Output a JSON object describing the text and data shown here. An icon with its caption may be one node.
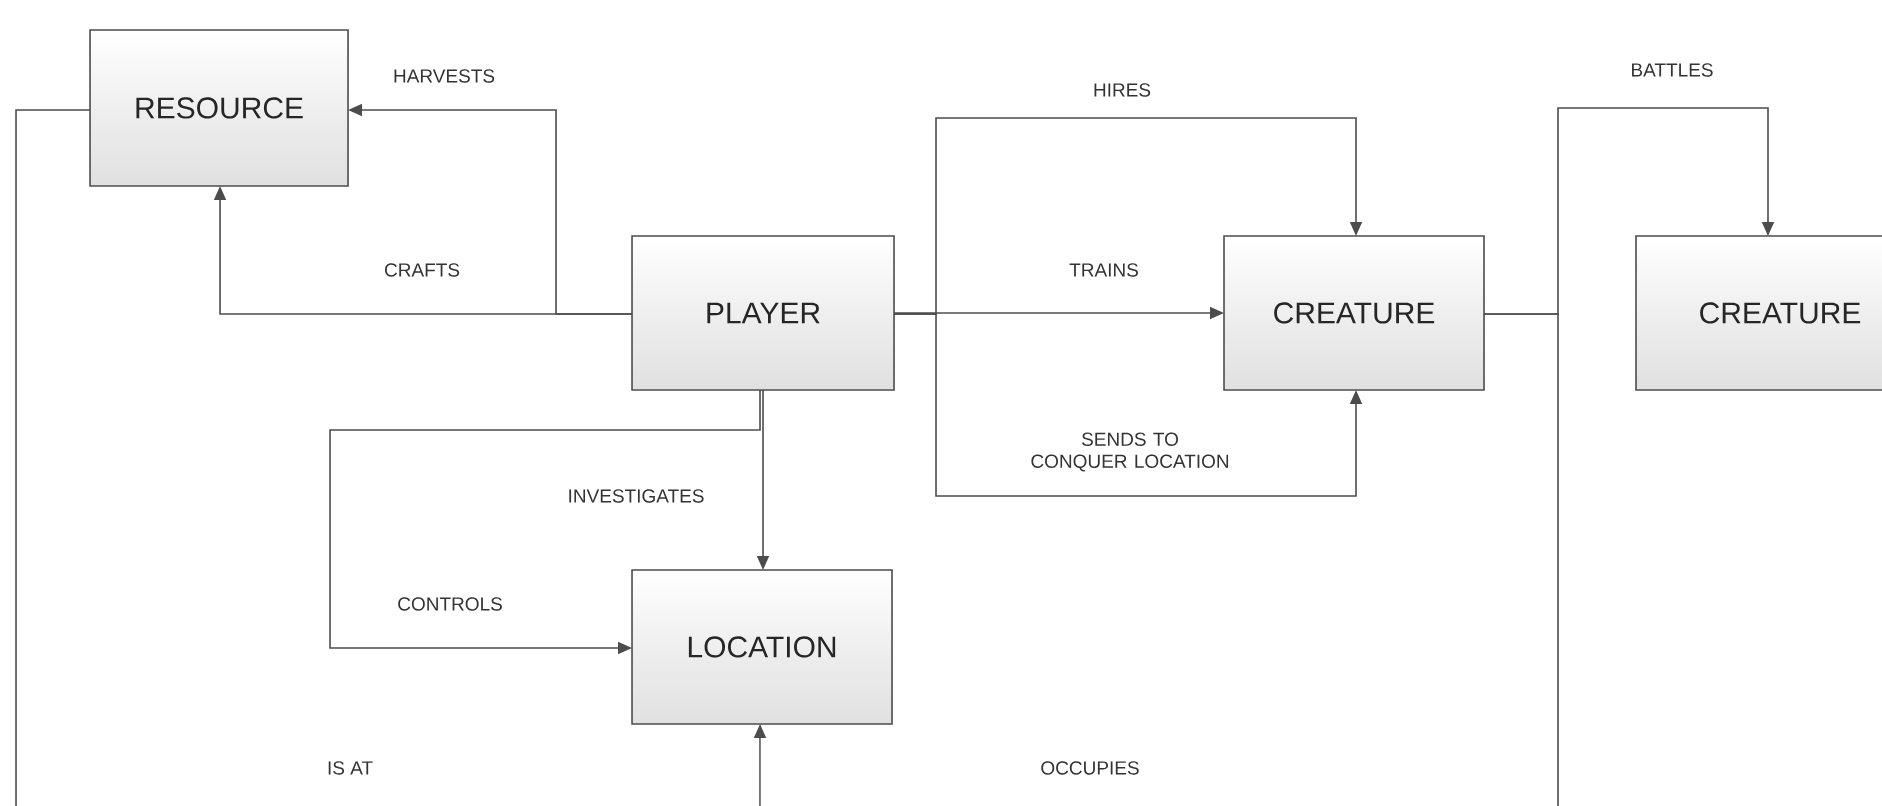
{
  "diagram": {
    "nodes": [
      {
        "text": [
          "RESOURCE"
        ]
      },
      {
        "text": [
          "PLAYER"
        ]
      },
      {
        "text": [
          "CREATURE"
        ]
      },
      {
        "text": [
          "CREATURE"
        ]
      },
      {
        "text": [
          "LOCATION"
        ]
      }
    ],
    "edges": [
      {
        "from": 1,
        "to": 0,
        "arrow": "to",
        "label": "HARVESTS"
      },
      {
        "from": 1,
        "to": 0,
        "arrow": "to",
        "label": "CRAFTS"
      },
      {
        "from": 1,
        "to": 2,
        "arrow": "to",
        "label": "HIRES"
      },
      {
        "from": 1,
        "to": 2,
        "arrow": "to",
        "label": "TRAINS"
      },
      {
        "from": 1,
        "to": 2,
        "arrow": "to",
        "label": "SENDS TO CONQUER LOCATION"
      },
      {
        "from": 2,
        "to": 3,
        "arrow": "to",
        "label": "BATTLES"
      },
      {
        "from": 1,
        "to": 4,
        "arrow": "to",
        "label": "INVESTIGATES"
      },
      {
        "from": 1,
        "to": 4,
        "arrow": "to",
        "label": "CONTROLS"
      },
      {
        "from": 0,
        "to": null,
        "arrow": "none"
      },
      {
        "from": null,
        "to": 4,
        "arrow": "to"
      },
      {
        "from": 2,
        "to": null,
        "arrow": "none"
      }
    ],
    "labels": [
      "IS AT",
      "OCCUPIES"
    ]
  }
}
